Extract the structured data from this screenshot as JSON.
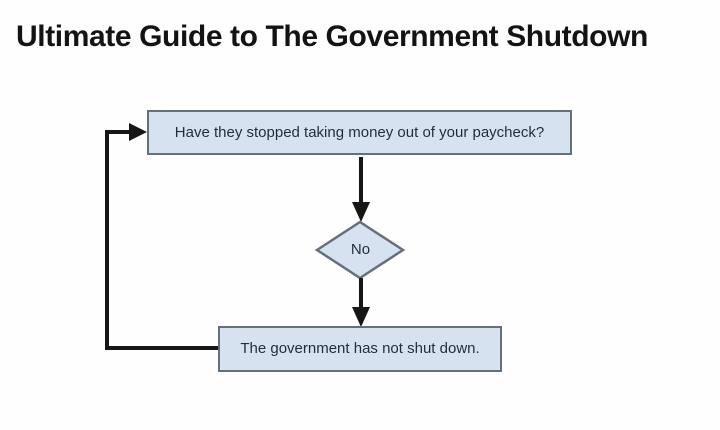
{
  "title": "Ultimate Guide to The Government Shutdown",
  "flowchart": {
    "question": "Have they stopped taking money out of your paycheck?",
    "decision": "No",
    "result": "The government has not shut down."
  },
  "theme": {
    "background": "#fefefe",
    "title_color": "#131313",
    "node_fill": "#d6e2f0",
    "node_border": "#66707b",
    "node_text": "#1f2e3d",
    "line_color": "#161616"
  }
}
